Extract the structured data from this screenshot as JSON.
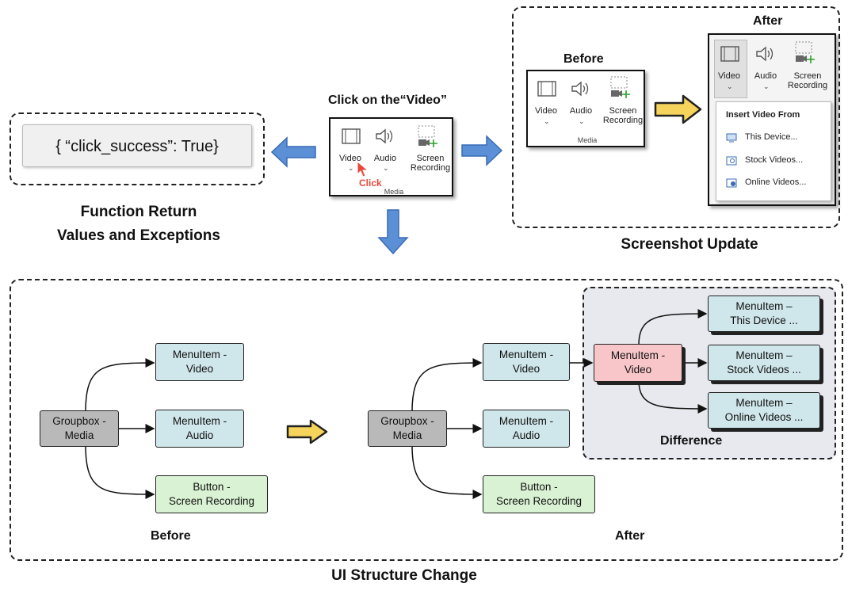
{
  "top_center": {
    "title": "Click on the“Video”",
    "ribbon": {
      "video": "Video",
      "audio": "Audio",
      "screen": "Screen\nRecording",
      "group": "Media",
      "click": "Click"
    }
  },
  "left": {
    "result_text": "{ “click_success”: True}",
    "caption_line1": "Function Return",
    "caption_line2": "Values and Exceptions"
  },
  "screenshot_update": {
    "before_label": "Before",
    "after_label": "After",
    "caption": "Screenshot Update",
    "ribbon": {
      "video": "Video",
      "audio": "Audio",
      "screen": "Screen\nRecording",
      "group": "Media"
    },
    "dropdown": {
      "header": "Insert Video From",
      "items": [
        "This Device...",
        "Stock Videos...",
        "Online Videos..."
      ]
    }
  },
  "ui_structure": {
    "caption": "UI Structure Change",
    "before_label": "Before",
    "after_label": "After",
    "difference_label": "Difference",
    "before_nodes": {
      "root": "Groupbox -\nMedia",
      "video": "MenuItem -\nVideo",
      "audio": "MenuItem -\nAudio",
      "button": "Button  -\nScreen Recording"
    },
    "after_nodes": {
      "root": "Groupbox -\nMedia",
      "video": "MenuItem -\nVideo",
      "audio": "MenuItem -\nAudio",
      "button": "Button  -\nScreen Recording",
      "video_new": "MenuItem -\nVideo",
      "this_device": "MenuItem  –\nThis Device ...",
      "stock_videos": "MenuItem  –\nStock Videos ...",
      "online_videos": "MenuItem  –\nOnline Videos ..."
    }
  },
  "colors": {
    "node_blue": "#cfe6ea",
    "node_gray": "#b9b9b9",
    "node_green": "#d9f2d3",
    "node_pink": "#f8c6c9",
    "arrow_blue": "#5b8fd6",
    "arrow_yellow": "#f6d35a",
    "click_red": "#e8473a"
  },
  "icons": [
    "video-icon",
    "audio-icon",
    "screen-recording-icon",
    "cursor-icon",
    "device-icon",
    "stock-video-icon",
    "online-video-icon",
    "blue-arrow-icon",
    "yellow-arrow-icon"
  ]
}
